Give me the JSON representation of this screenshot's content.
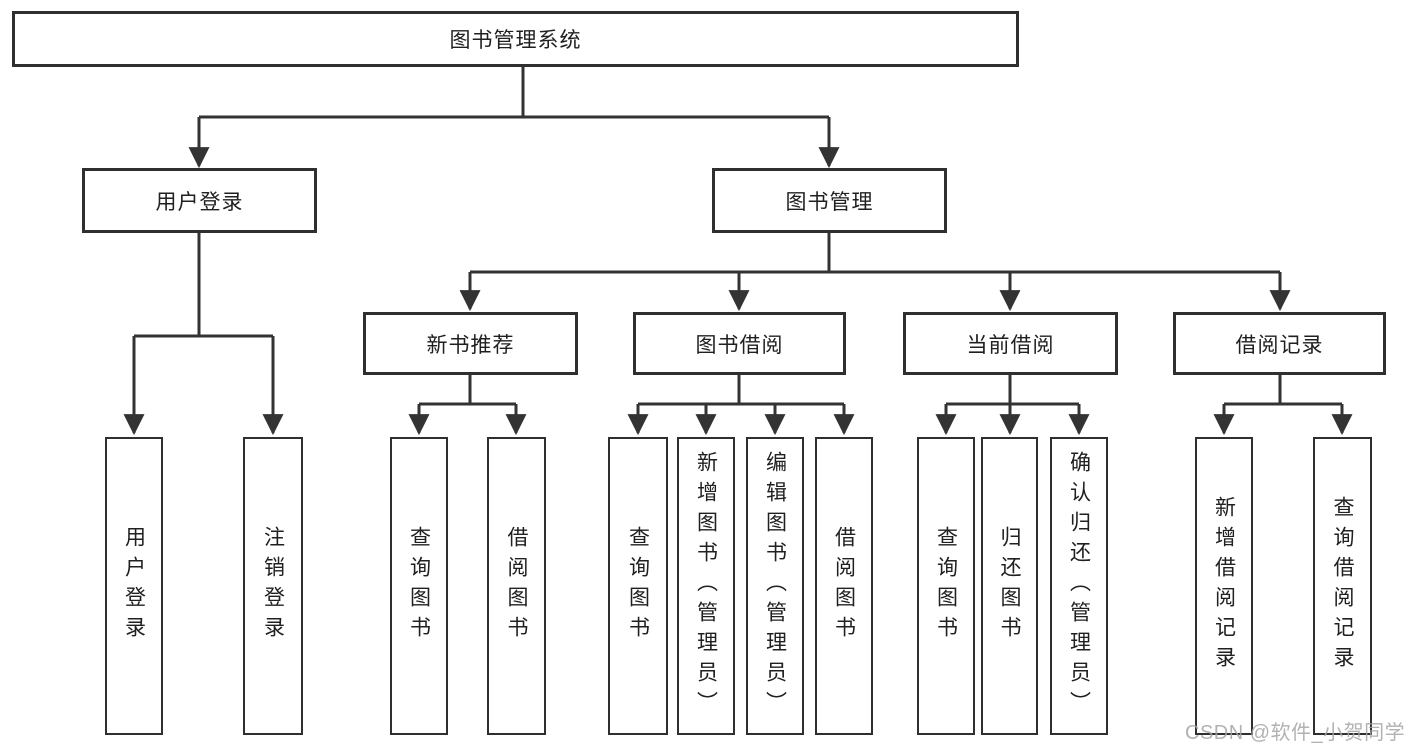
{
  "tree": {
    "root": "图书管理系统",
    "user_login": {
      "label": "用户登录",
      "children": {
        "login": "用户登录",
        "logout": "注销登录"
      }
    },
    "book_mgmt": {
      "label": "图书管理",
      "new_book_rec": {
        "label": "新书推荐",
        "children": {
          "query": "查询图书",
          "borrow": "借阅图书"
        }
      },
      "book_borrow": {
        "label": "图书借阅",
        "children": {
          "query": "查询图书",
          "add": "新增图书（管理员）",
          "edit": "编辑图书（管理员）",
          "borrow": "借阅图书"
        }
      },
      "current_borrow": {
        "label": "当前借阅",
        "children": {
          "query": "查询图书",
          "return": "归还图书",
          "confirm": "确认归还（管理员）"
        }
      },
      "borrow_record": {
        "label": "借阅记录",
        "children": {
          "add": "新增借阅记录",
          "query": "查询借阅记录"
        }
      }
    }
  },
  "watermark": "CSDN @软件_小贺同学",
  "colors": {
    "line": "#333333",
    "box_border": "#2f2f2f",
    "text": "#202020",
    "watermark": "#a5a5a5",
    "background": "#ffffff"
  }
}
